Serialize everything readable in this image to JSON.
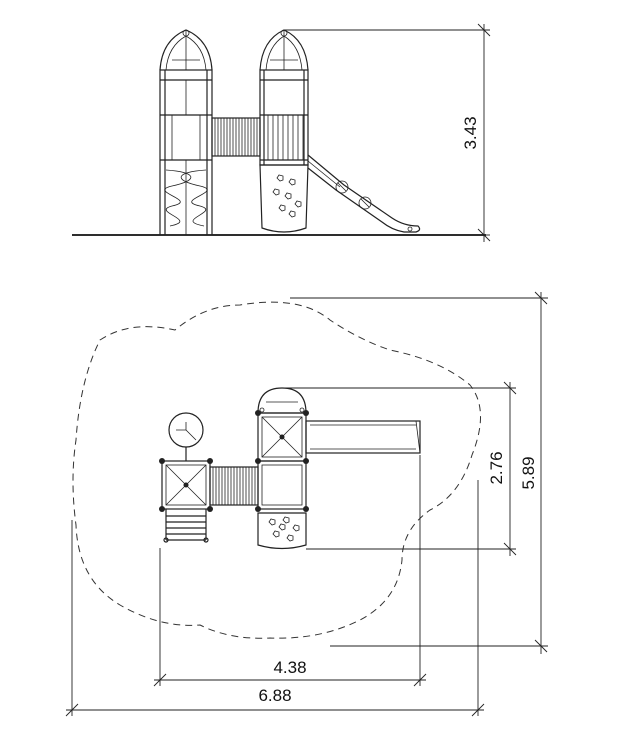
{
  "dimensions": {
    "height": "3.43",
    "inner_depth": "2.76",
    "outer_depth": "5.89",
    "inner_width": "4.38",
    "outer_width": "6.88"
  }
}
